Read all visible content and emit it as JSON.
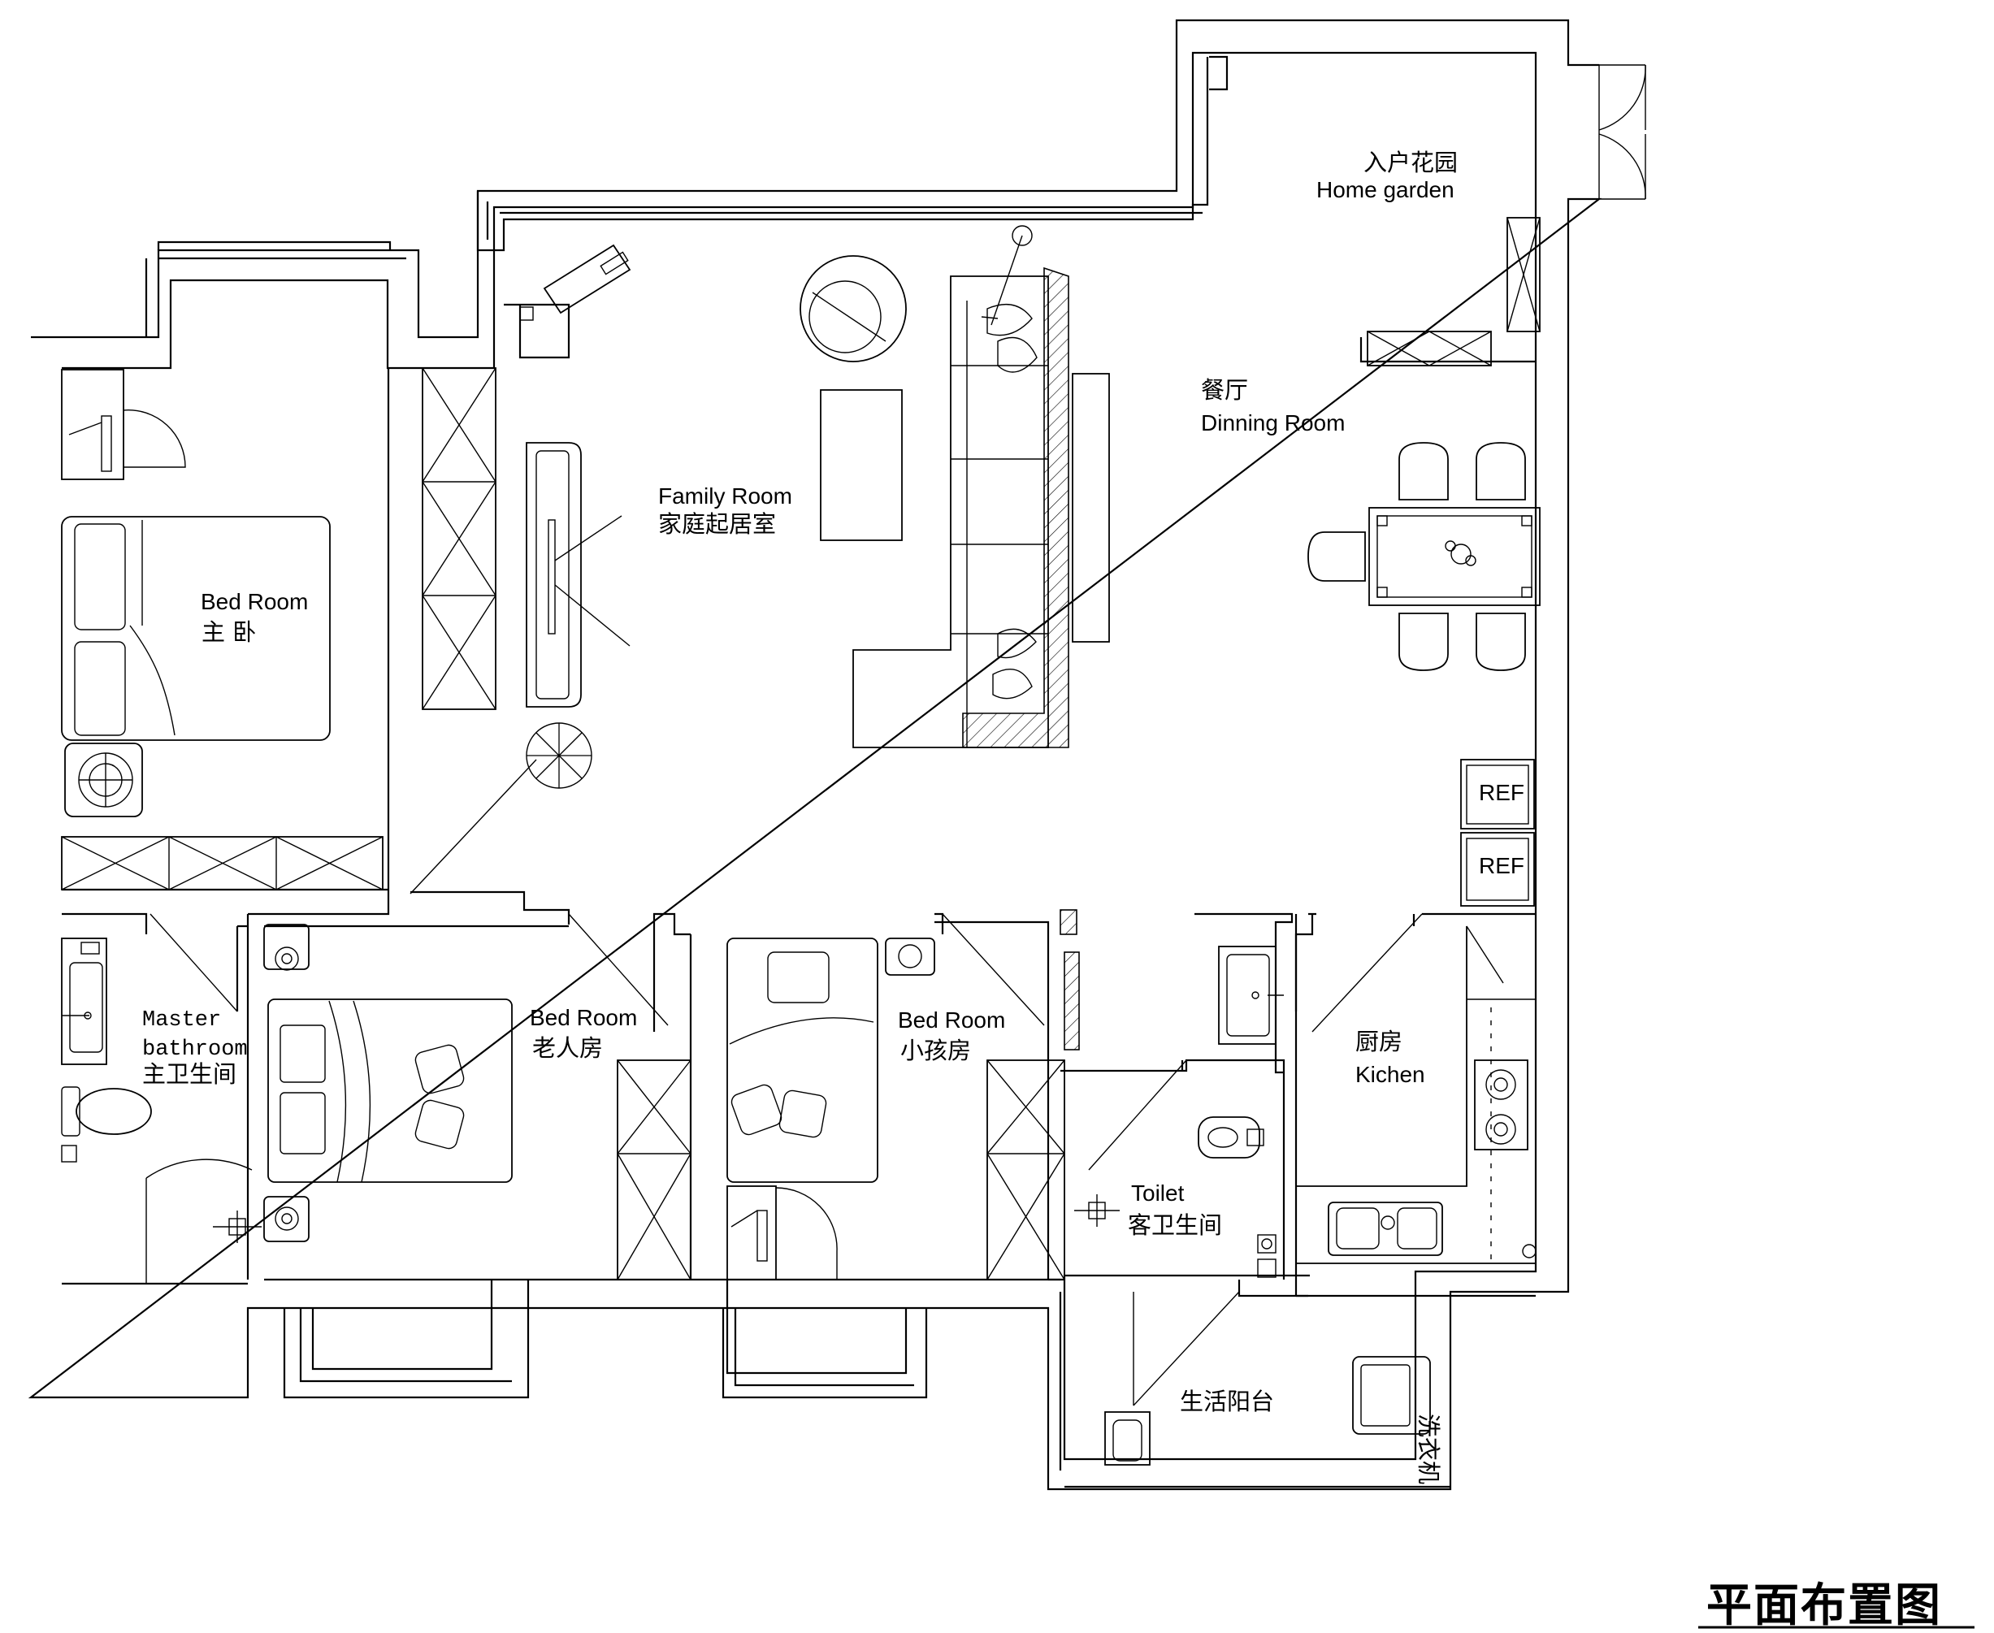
{
  "rooms": {
    "home_garden": {
      "cn": "入户花园",
      "en": "Home garden"
    },
    "dining": {
      "cn": "餐厅",
      "en": "Dinning Room"
    },
    "family": {
      "en": "Family Room",
      "cn": "家庭起居室"
    },
    "master_bed": {
      "en": "Bed Room",
      "cn": "主 卧"
    },
    "master_bath": {
      "en1": "Master",
      "en2": "bathroom",
      "cn": "主卫生间"
    },
    "elder_bed": {
      "en": "Bed Room",
      "cn": "老人房"
    },
    "child_bed": {
      "en": "Bed Room",
      "cn": "小孩房"
    },
    "kitchen": {
      "cn": "厨房",
      "en": "Kichen"
    },
    "toilet": {
      "en": "Toilet",
      "cn": "客卫生间"
    },
    "balcony": {
      "cn": "生活阳台"
    }
  },
  "appliances": {
    "fridge_top": "REF",
    "fridge_bottom": "REF",
    "washer": "洗衣机"
  },
  "drawing_title": "平面布置图"
}
